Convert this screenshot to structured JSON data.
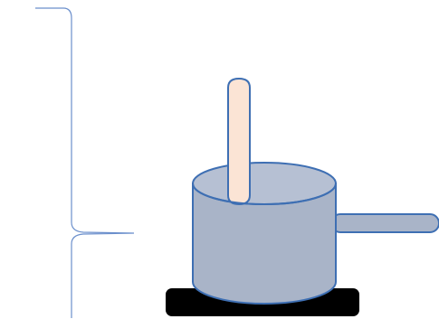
{
  "diagram": {
    "elements": [
      {
        "name": "brace",
        "kind": "curly-brace"
      },
      {
        "name": "burner",
        "kind": "hot-plate"
      },
      {
        "name": "saucepan",
        "kind": "cooking-pot"
      },
      {
        "name": "saucepan-handle",
        "kind": "handle"
      },
      {
        "name": "rod",
        "kind": "vertical-rod"
      }
    ],
    "colors": {
      "outline": "#3e6fb3",
      "pan_fill": "#a9b4c8",
      "pan_interior": "#b6c0d3",
      "rod_fill": "#fbe4d5",
      "burner": "#000000",
      "brace": "#6b8fcc",
      "background": "#ffffff"
    }
  }
}
